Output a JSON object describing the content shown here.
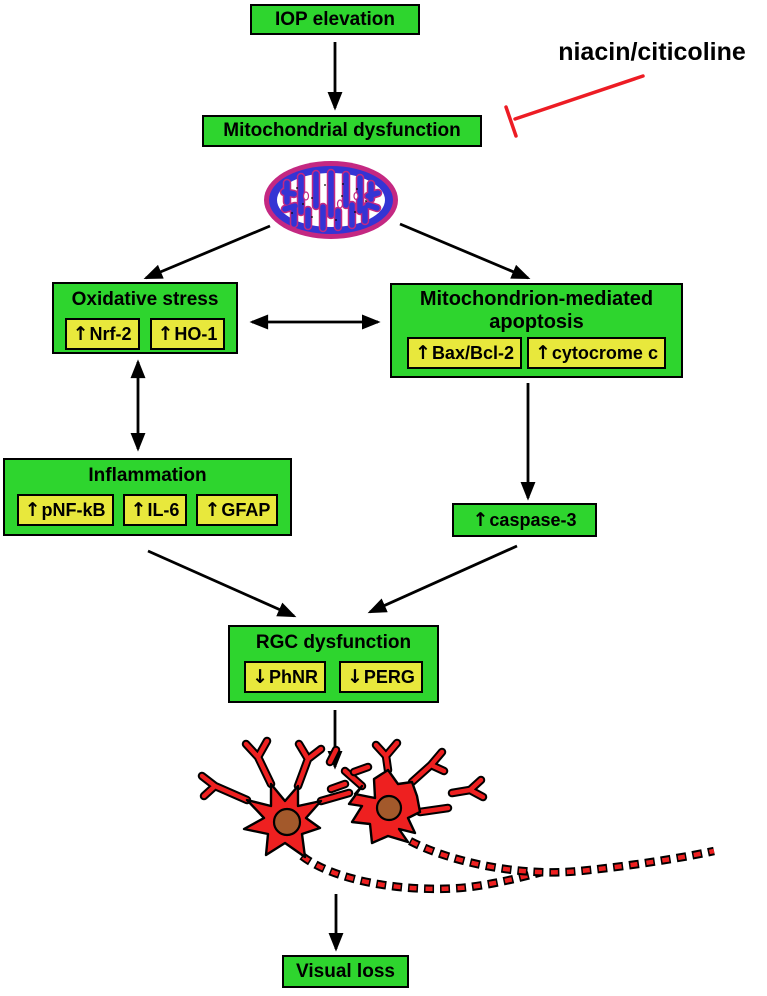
{
  "drug": {
    "label": "niacin/citicoline"
  },
  "nodes": {
    "iop": {
      "label": "IOP elevation"
    },
    "mito": {
      "label": "Mitochondrial dysfunction"
    },
    "oxidative": {
      "title": "Oxidative stress",
      "markers": [
        {
          "arrow": "↑",
          "label": "Nrf-2"
        },
        {
          "arrow": "↑",
          "label": "HO-1"
        }
      ]
    },
    "apoptosis": {
      "title_line1": "Mitochondrion-mediated",
      "title_line2": "apoptosis",
      "markers": [
        {
          "arrow": "↑",
          "label": "Bax/Bcl-2"
        },
        {
          "arrow": "↑",
          "label": "cytocrome c"
        }
      ]
    },
    "inflammation": {
      "title": "Inflammation",
      "markers": [
        {
          "arrow": "↑",
          "label": "pNF-kB"
        },
        {
          "arrow": "↑",
          "label": "IL-6"
        },
        {
          "arrow": "↑",
          "label": "GFAP"
        }
      ]
    },
    "caspase": {
      "arrow": "↑",
      "label": "caspase-3"
    },
    "rgc": {
      "title": "RGC dysfunction",
      "markers": [
        {
          "arrow": "↓",
          "label": "PhNR"
        },
        {
          "arrow": "↓",
          "label": "PERG"
        }
      ]
    },
    "visual": {
      "label": "Visual loss"
    }
  },
  "edges": [
    {
      "from": "IOP elevation",
      "to": "Mitochondrial dysfunction",
      "type": "arrow"
    },
    {
      "from": "niacin/citicoline",
      "to": "Mitochondrial dysfunction",
      "type": "inhibition"
    },
    {
      "from": "mitochondrion",
      "to": "Oxidative stress",
      "type": "arrow"
    },
    {
      "from": "mitochondrion",
      "to": "Mitochondrion-mediated apoptosis",
      "type": "arrow"
    },
    {
      "from": "Oxidative stress",
      "to": "Mitochondrion-mediated apoptosis",
      "type": "double-arrow"
    },
    {
      "from": "Oxidative stress",
      "to": "Inflammation",
      "type": "double-arrow"
    },
    {
      "from": "Mitochondrion-mediated apoptosis",
      "to": "caspase-3",
      "type": "arrow"
    },
    {
      "from": "Inflammation",
      "to": "RGC dysfunction",
      "type": "arrow"
    },
    {
      "from": "caspase-3",
      "to": "RGC dysfunction",
      "type": "arrow"
    },
    {
      "from": "RGC dysfunction",
      "to": "degenerating RGCs",
      "type": "arrow"
    },
    {
      "from": "degenerating RGCs",
      "to": "Visual loss",
      "type": "arrow"
    }
  ],
  "illustrations": [
    {
      "name": "mitochondrion-icon",
      "desc": "oval mitochondrion, crimson outer membrane, blue cristae, white matrix"
    },
    {
      "name": "degenerating-neurons-icon",
      "desc": "two red retinal ganglion cells with brown nuclei and fragmented axons"
    }
  ],
  "colors": {
    "box_green": "#2ED52E",
    "box_yellow": "#E8E83C",
    "border_black": "#000000",
    "inhibition_red": "#ED1C24",
    "neuron_red": "#EE2020",
    "nucleus_brown": "#A3592B",
    "mito_outer": "#C42882",
    "mito_inner_blue": "#3434D4"
  }
}
